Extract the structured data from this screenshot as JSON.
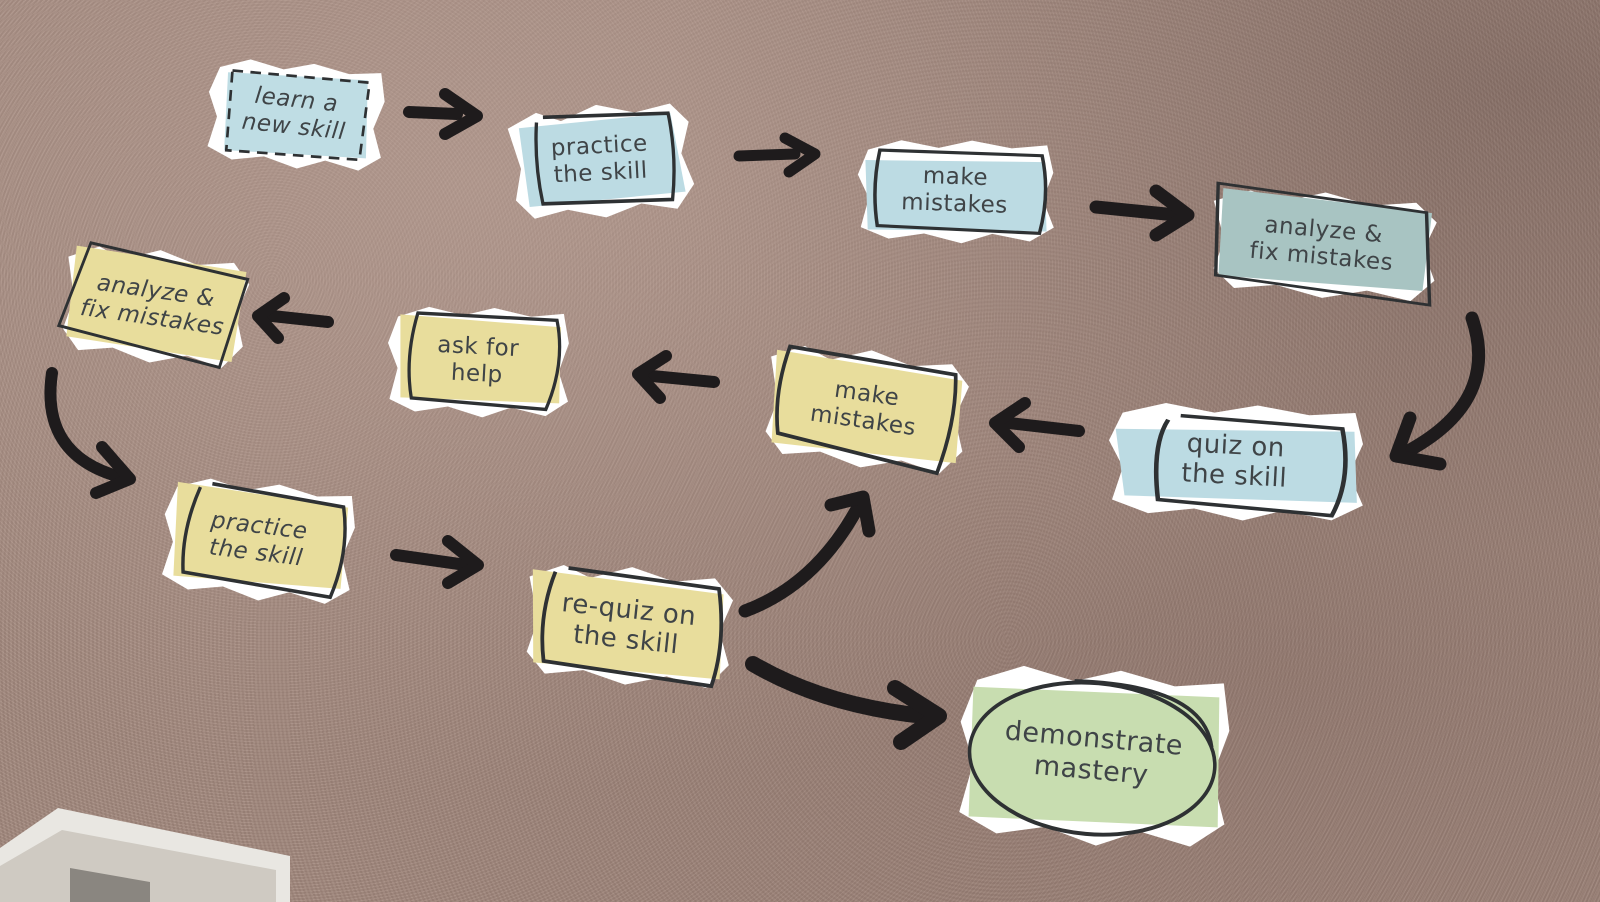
{
  "cards": {
    "learn_new_skill": "learn a\nnew skill",
    "practice_1": "practice\nthe skill",
    "make_mistakes_1": "make\nmistakes",
    "analyze_1": "analyze &\nfix mistakes",
    "quiz": "quiz on\nthe skill",
    "make_mistakes_2": "make\nmistakes",
    "ask_help": "ask for\nhelp",
    "analyze_2": "analyze &\nfix mistakes",
    "practice_2": "practice\nthe skill",
    "requiz": "re-quiz on\nthe skill",
    "mastery": "demonstrate\nmastery"
  },
  "colors": {
    "carpet": "#a48a7f",
    "blue_card": "#bcdbe3",
    "teal_card": "#a8c4c2",
    "yellow_card": "#e8dd9c",
    "green_card": "#c8ddb0",
    "ink": "#2e3133",
    "arrow": "#1e1b1c"
  }
}
